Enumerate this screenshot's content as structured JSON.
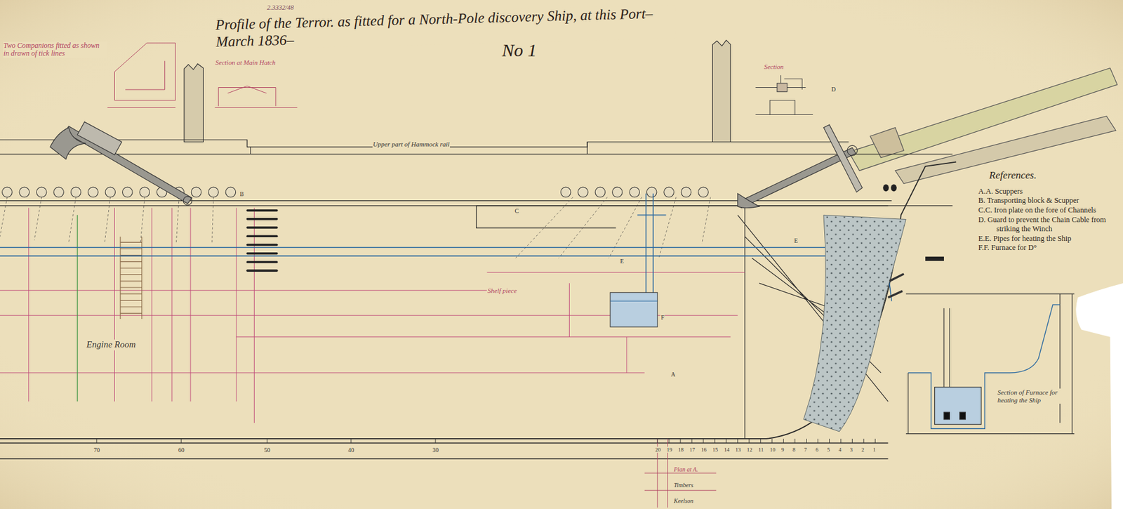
{
  "diagram": {
    "title": "Profile of the Terror. as fitted for a North-Pole discovery Ship, at this Port– March 1836–",
    "labels": [
      "2.3332/48",
      "No 1",
      "Two Companions fitted as shown in drawn of tick lines",
      "Section at Main Hatch",
      "Section",
      "Upper part of Hammock rail",
      "Shelf piece",
      "Engine Room",
      "References.",
      "A.A. Scuppers",
      "B. Transporting block & Scupper",
      "C.C. Iron plate on the fore of Channels",
      "D. Guard to prevent the Chain Cable from striking the Winch",
      "E.E. Pipes for heating the Ship",
      "F.F. Furnace for D°",
      "Section of Furnace for heating the Ship",
      "Plan at A.",
      "Timbers",
      "Keelson",
      "70",
      "60",
      "50",
      "40",
      "30",
      "20",
      "19",
      "18",
      "17",
      "16",
      "15",
      "14",
      "13",
      "12",
      "11",
      "10",
      "9",
      "8",
      "7",
      "6",
      "5",
      "4",
      "3",
      "2",
      "1",
      "A",
      "B",
      "C",
      "D",
      "E",
      "E",
      "F"
    ]
  }
}
